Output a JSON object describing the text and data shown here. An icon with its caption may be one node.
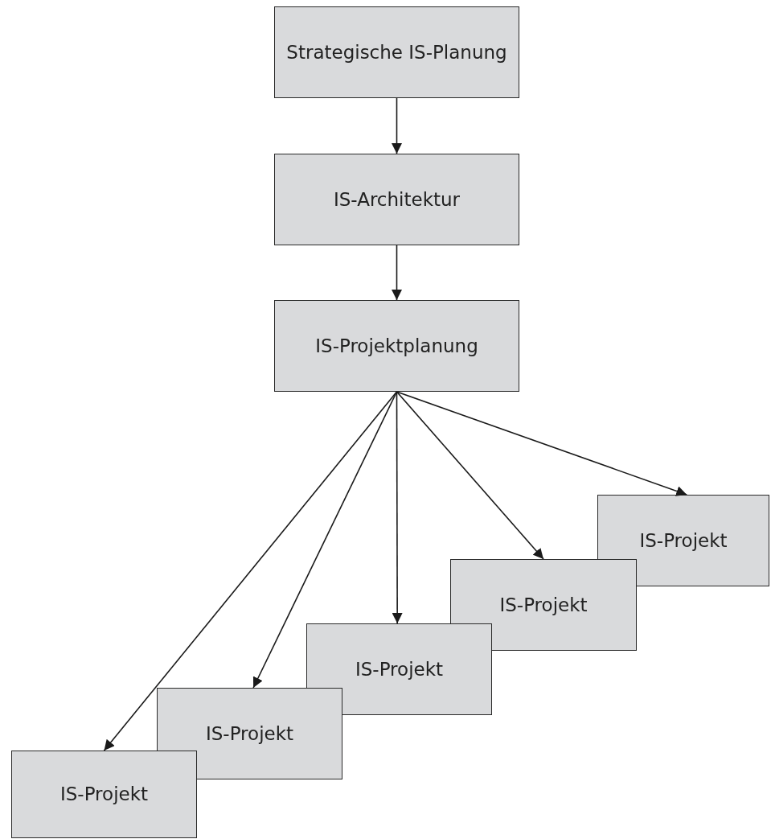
{
  "diagram": {
    "nodes": [
      {
        "text": [
          "Strategische IS-Planung"
        ]
      },
      {
        "text": [
          "IS-Architektur"
        ]
      },
      {
        "text": [
          "IS-Projektplanung"
        ]
      },
      {
        "text": [
          "IS-Projekt"
        ]
      },
      {
        "text": [
          "IS-Projekt"
        ]
      },
      {
        "text": [
          "IS-Projekt"
        ]
      },
      {
        "text": [
          "IS-Projekt"
        ]
      },
      {
        "text": [
          "IS-Projekt"
        ]
      }
    ],
    "edges": [
      {
        "from": 0,
        "to": 1,
        "arrow": "to"
      },
      {
        "from": 1,
        "to": 2,
        "arrow": "to"
      },
      {
        "from": 2,
        "to": 3,
        "arrow": "to"
      },
      {
        "from": 2,
        "to": 4,
        "arrow": "to"
      },
      {
        "from": 2,
        "to": 5,
        "arrow": "to"
      },
      {
        "from": 2,
        "to": 6,
        "arrow": "to"
      },
      {
        "from": 2,
        "to": 7,
        "arrow": "to"
      }
    ]
  }
}
